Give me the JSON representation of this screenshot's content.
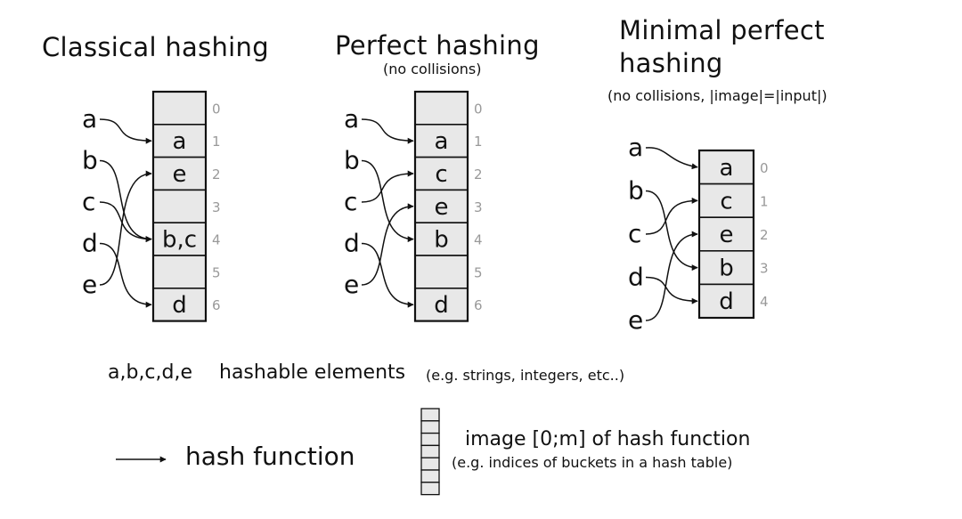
{
  "panels": [
    {
      "title_lines": [
        "Classical hashing"
      ],
      "subtitle": "",
      "inputs": [
        "a",
        "b",
        "c",
        "d",
        "e"
      ],
      "slots": [
        "",
        "a",
        "e",
        "",
        "b,c",
        "",
        "d"
      ],
      "indices": [
        "0",
        "1",
        "2",
        "3",
        "4",
        "5",
        "6"
      ]
    },
    {
      "title_lines": [
        "Perfect hashing"
      ],
      "subtitle": "(no collisions)",
      "inputs": [
        "a",
        "b",
        "c",
        "d",
        "e"
      ],
      "slots": [
        "",
        "a",
        "c",
        "e",
        "b",
        "",
        "d"
      ],
      "indices": [
        "0",
        "1",
        "2",
        "3",
        "4",
        "5",
        "6"
      ]
    },
    {
      "title_lines": [
        "Minimal perfect",
        "hashing"
      ],
      "subtitle": "(no collisions, |image|=|input|)",
      "inputs": [
        "a",
        "b",
        "c",
        "d",
        "e"
      ],
      "slots": [
        "a",
        "c",
        "e",
        "b",
        "d"
      ],
      "indices": [
        "0",
        "1",
        "2",
        "3",
        "4"
      ]
    }
  ],
  "legend": {
    "elements_symbols": "a,b,c,d,e",
    "elements_label": "hashable elements",
    "elements_note": "(e.g. strings, integers, etc..)",
    "hash_function_label": "hash function",
    "image_label": "image [0;m] of hash function",
    "image_note": "(e.g. indices of buckets in a hash table)"
  },
  "colors": {
    "slot_fill": "#e8e8e8",
    "ink": "#111111",
    "index_text": "#999999"
  }
}
